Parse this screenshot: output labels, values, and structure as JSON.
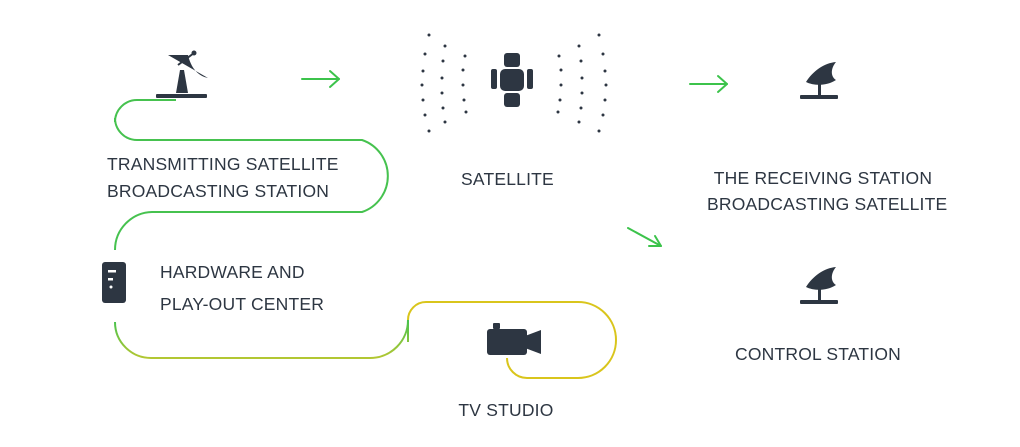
{
  "labels": {
    "transmitting_line1": "TRANSMITTING SATELLITE",
    "transmitting_line2": "BROADCASTING STATION",
    "satellite": "SATELLITE",
    "receiving_line1": "THE RECEIVING STATION",
    "receiving_line2": "BROADCASTING SATELLITE",
    "hardware_line1": "HARDWARE AND",
    "hardware_line2": "PLAY-OUT CENTER",
    "control_station": "CONTROL STATION",
    "tv_studio": "TV STUDIO"
  },
  "colors": {
    "icon": "#2d3642",
    "text": "#2d3642",
    "arrow_green": "#3cc34b",
    "path_green": "#46c24f",
    "path_yellow": "#d9c51c"
  },
  "icons": [
    "satellite-dish-icon",
    "satellite-icon",
    "server-icon",
    "video-camera-icon",
    "arrow-right-icon"
  ]
}
